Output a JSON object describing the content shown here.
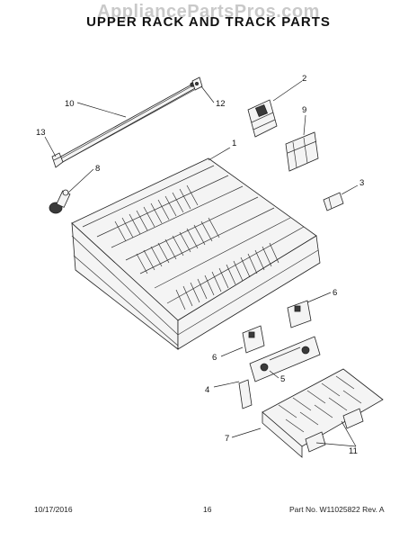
{
  "header": {
    "watermark": "AppliancePartsPros.com",
    "title": "UPPER RACK AND TRACK PARTS"
  },
  "footer": {
    "date": "10/17/2016",
    "page": "16",
    "part_number": "Part No. W11025822  Rev. A"
  },
  "callouts": {
    "c1": "1",
    "c2": "2",
    "c3": "3",
    "c4": "4",
    "c5": "5",
    "c6a": "6",
    "c6b": "6",
    "c7": "7",
    "c8": "8",
    "c9": "9",
    "c10": "10",
    "c11": "11",
    "c12": "12",
    "c13": "13"
  }
}
